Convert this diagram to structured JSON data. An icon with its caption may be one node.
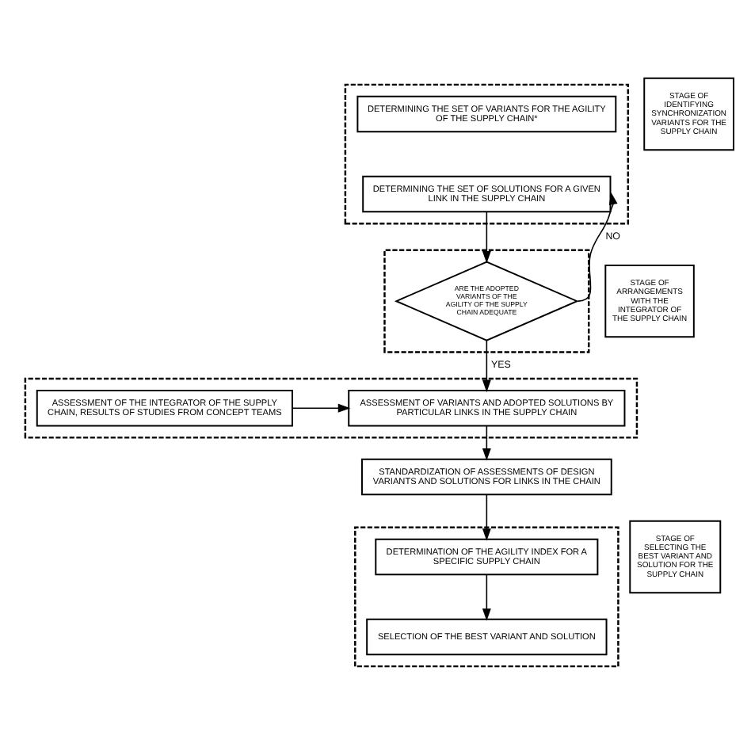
{
  "diagram": {
    "nodes": [
      {
        "text": [],
        "shape": "box"
      },
      {
        "text": [
          "DETERMINING THE SET OF VARIANTS FOR THE AGILITY OF THE SUPPLY CHAIN*"
        ],
        "in": 0
      },
      {
        "text": [
          "DETERMINING THE SET OF SOLUTIONS FOR A GIVEN LINK IN THE SUPPLY CHAIN"
        ],
        "in": 0
      },
      {
        "text": [
          "STAGE OF IDENTIFYING SYNCHRONIZATION VARIANTS FOR THE SUPPLY CHAIN"
        ]
      },
      {
        "text": [],
        "shape": "box"
      },
      {
        "text": [
          "ARE THE ADOPTED VARIANTS OF THE AGILITY OF THE SUPPLY CHAIN ADEQUATE"
        ],
        "in": 4
      },
      {
        "text": [
          "STAGE OF ARRANGEMENTS WITH THE INTEGRATOR OF THE SUPPLY CHAIN"
        ]
      },
      {
        "text": [],
        "shape": "box"
      },
      {
        "text": [
          "ASSESSMENT OF VARIANTS AND ADOPTED SOLUTIONS BY PARTICULAR LINKS IN THE SUPPLY CHAIN"
        ],
        "in": 7
      },
      {
        "text": [
          "ASSESSMENT OF THE INTEGRATOR OF THE SUPPLY CHAIN, RESULTS OF STUDIES FROM CONCEPT TEAMS"
        ],
        "in": 7
      },
      {
        "text": [
          "STANDARDIZATION OF ASSESSMENTS OF DESIGN VARIANTS AND SOLUTIONS FOR LINKS IN THE CHAIN"
        ]
      },
      {
        "text": [],
        "shape": "box"
      },
      {
        "text": [
          "DETERMINATION OF THE AGILITY INDEX FOR A SPECIFIC SUPPLY CHAIN"
        ],
        "in": 11
      },
      {
        "text": [
          "SELECTION OF THE BEST VARIANT AND SOLUTION"
        ],
        "in": 11
      },
      {
        "text": [
          "STAGE OF SELECTING THE BEST VARIANT AND SOLUTION FOR THE SUPPLY CHAIN"
        ]
      }
    ],
    "edges": [
      {
        "from": 2,
        "to": 5,
        "arrow": "to"
      },
      {
        "from": 5,
        "to": 2,
        "arrow": "to",
        "label": "NO"
      },
      {
        "from": 5,
        "to": 8,
        "arrow": "to",
        "label": "YES"
      },
      {
        "from": 9,
        "to": 8,
        "arrow": "to"
      },
      {
        "from": 8,
        "to": 10,
        "arrow": "to"
      },
      {
        "from": 10,
        "to": 12,
        "arrow": "to"
      },
      {
        "from": 12,
        "to": 13,
        "arrow": "to"
      }
    ]
  }
}
